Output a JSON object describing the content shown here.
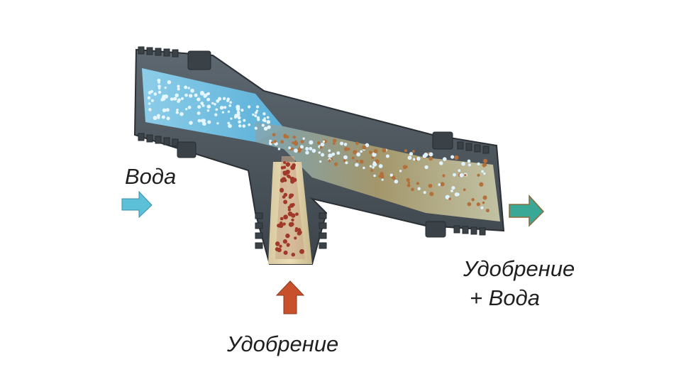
{
  "labels": {
    "water_in": "Вода",
    "fertilizer_in": "Удобрение",
    "mix_out_line1": "Удобрение",
    "mix_out_line2": "+ Вода"
  },
  "colors": {
    "pipe_body": "#4a545c",
    "pipe_dark": "#30383e",
    "water": "#6fc0e4",
    "fertilizer": "#a0522d",
    "mix": "#9c8a5a",
    "arrow_water": "#5cc0d8",
    "arrow_fertilizer": "#c8502a",
    "arrow_mix": "#3aa896"
  },
  "icons": [
    "water-inlet-arrow-icon",
    "fertilizer-inlet-arrow-icon",
    "mixture-outlet-arrow-icon"
  ]
}
